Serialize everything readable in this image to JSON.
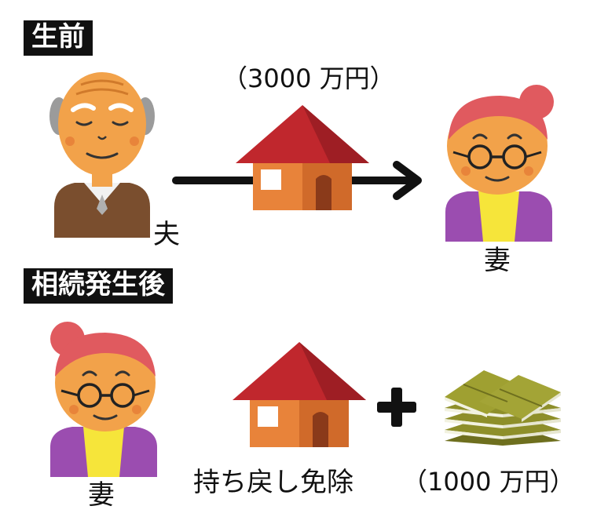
{
  "before": {
    "heading": "生前",
    "amount": "（3000 万円）",
    "husband_label": "夫",
    "wife_label": "妻"
  },
  "after": {
    "heading": "相続発生後",
    "wife_label": "妻",
    "exemption_label": "持ち戻し免除",
    "amount": "（1000 万円）"
  },
  "colors": {
    "label_bg": "#111111",
    "skin": "#F2A24A",
    "roof": "#C0272D",
    "wall": "#E8833A",
    "hair_wife": "#E05A5F",
    "cardigan": "#9B4DB0",
    "shirt": "#F6E53A",
    "jacket": "#7A4E2E",
    "money": "#8E8F2A"
  },
  "icons": [
    "grandfather-icon",
    "grandmother-icon",
    "house-icon",
    "arrow-icon",
    "plus-icon",
    "money-stack-icon"
  ]
}
